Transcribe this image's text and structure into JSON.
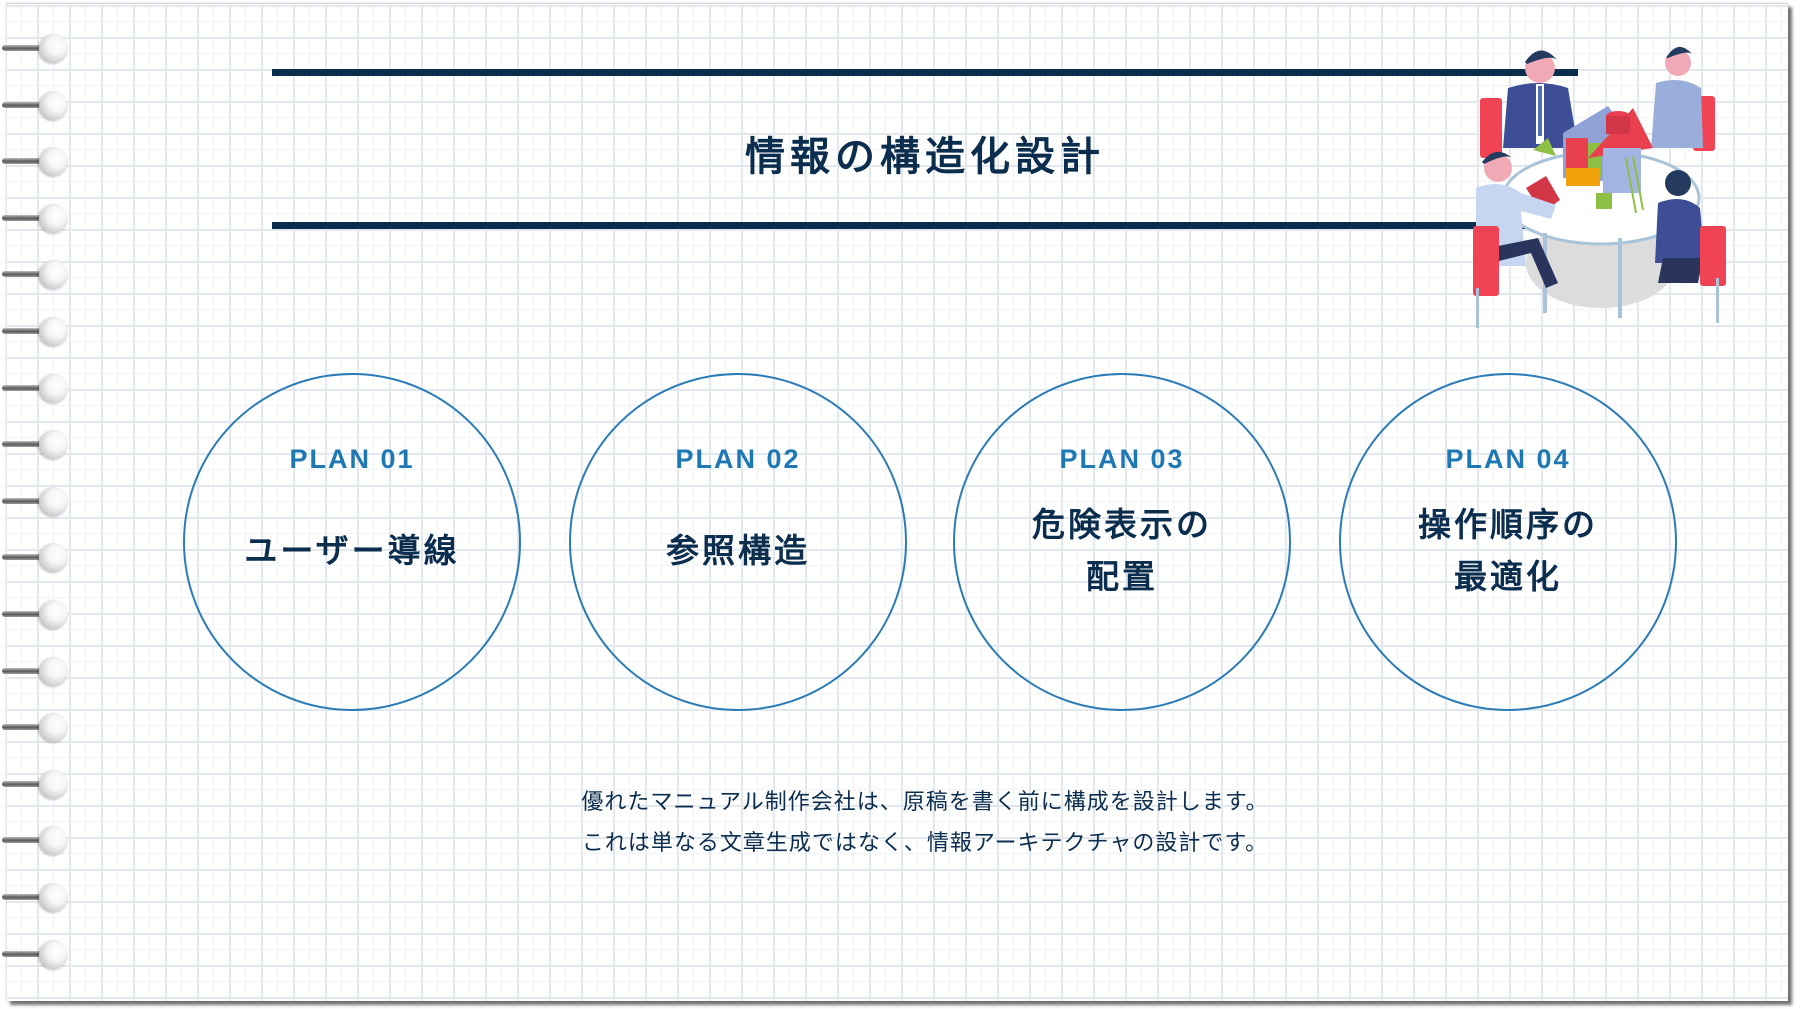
{
  "slide": {
    "title": "情報の構造化設計",
    "plans": [
      {
        "number": "PLAN 01",
        "name_lines": [
          "ユーザー導線"
        ]
      },
      {
        "number": "PLAN 02",
        "name_lines": [
          "参照構造"
        ]
      },
      {
        "number": "PLAN 03",
        "name_lines": [
          "危険表示の",
          "配置"
        ]
      },
      {
        "number": "PLAN 04",
        "name_lines": [
          "操作順序の",
          "最適化"
        ]
      }
    ],
    "description_lines": [
      "優れたマニュアル制作会社は、原稿を書く前に構成を設計します。",
      "これは単なる文章生成ではなく、情報アーキテクチャの設計です。"
    ],
    "illustration": "team-meeting-building-blocks-illustration"
  },
  "colors": {
    "navy": "#0b2d4e",
    "accent_blue": "#1e78b4",
    "circle_stroke": "#2a7bb6",
    "grid": "#e3e8ef"
  },
  "notebook": {
    "ring_count": 17
  }
}
